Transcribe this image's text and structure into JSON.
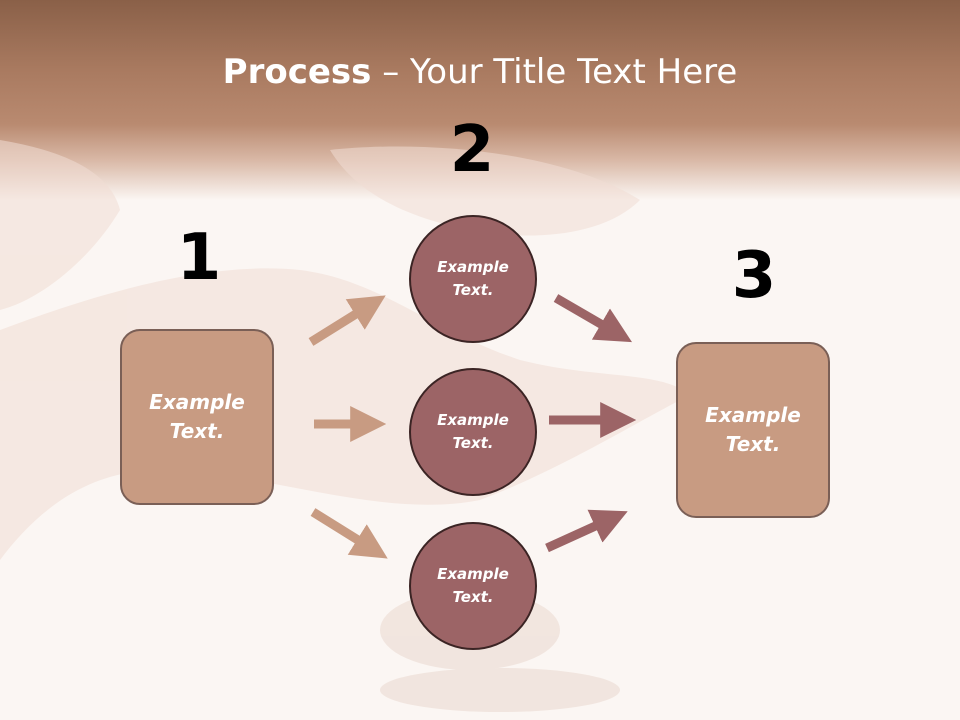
{
  "title": {
    "strong": "Process",
    "separator": " – ",
    "rest": "Your Title Text Here"
  },
  "steps": [
    {
      "number": "1",
      "boxes": [
        "Example\nText."
      ]
    },
    {
      "number": "2",
      "boxes": [
        "Example\nText.",
        "Example\nText.",
        "Example\nText."
      ]
    },
    {
      "number": "3",
      "boxes": [
        "Example\nText."
      ]
    }
  ],
  "colors": {
    "header": "#a97a60",
    "box_fill": "#c89b82",
    "circle_fill": "#9c6466",
    "arrow_light": "#c89b82",
    "arrow_dark": "#9c6466"
  }
}
